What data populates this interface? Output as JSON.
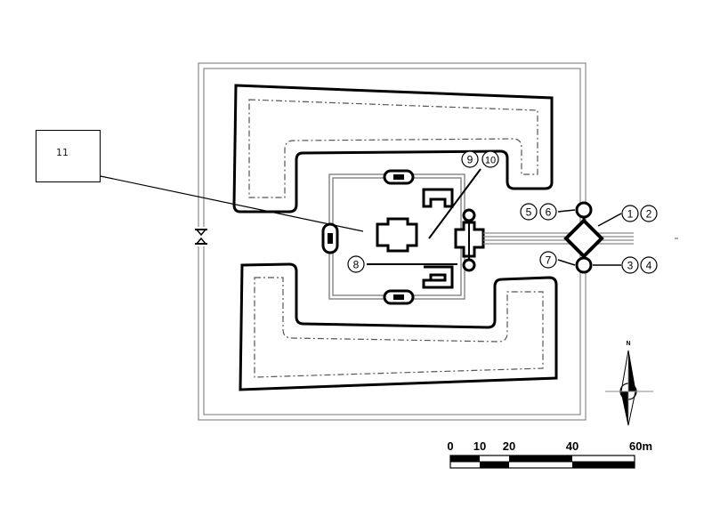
{
  "diagram": {
    "callout_label": "11",
    "markers": [
      {
        "id": "m1",
        "label": "1"
      },
      {
        "id": "m2",
        "label": "2"
      },
      {
        "id": "m3",
        "label": "3"
      },
      {
        "id": "m4",
        "label": "4"
      },
      {
        "id": "m5",
        "label": "5"
      },
      {
        "id": "m6",
        "label": "6"
      },
      {
        "id": "m7",
        "label": "7"
      },
      {
        "id": "m8",
        "label": "8"
      },
      {
        "id": "m9",
        "label": "9"
      },
      {
        "id": "m10",
        "label": "10"
      }
    ],
    "north_label": "N",
    "scale_bar": {
      "ticks": [
        "0",
        "10",
        "20",
        "40",
        "60m"
      ]
    }
  },
  "colors": {
    "ink": "#000000",
    "paper": "#ffffff",
    "outline_gray": "#8a8a8a"
  }
}
